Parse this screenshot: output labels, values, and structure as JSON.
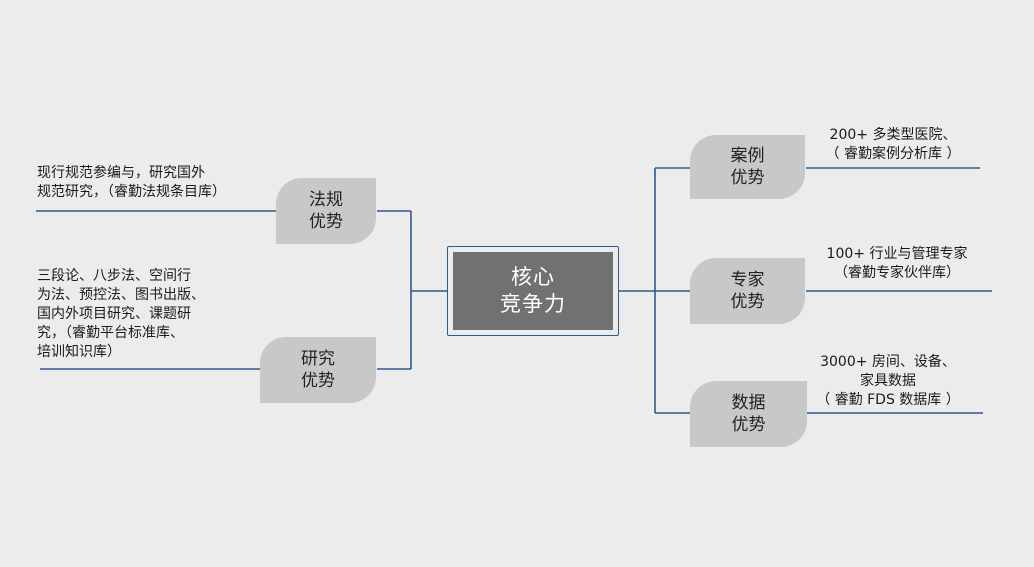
{
  "center": {
    "line1": "核心",
    "line2": "竞争力"
  },
  "left_nodes": [
    {
      "label_line1": "法规",
      "label_line2": "优势",
      "desc": [
        "现行规范参编与，研究国外",
        "规范研究，（睿勤法规条目库）"
      ]
    },
    {
      "label_line1": "研究",
      "label_line2": "优势",
      "desc": [
        "三段论、八步法、空间行",
        "为法、预控法、图书出版、",
        "国内外项目研究、课题研",
        "究，（睿勤平台标准库、",
        "培训知识库）"
      ]
    }
  ],
  "right_nodes": [
    {
      "label_line1": "案例",
      "label_line2": "优势",
      "desc": [
        "200+ 多类型医院、",
        "（ 睿勤案例分析库 ）"
      ]
    },
    {
      "label_line1": "专家",
      "label_line2": "优势",
      "desc": [
        "100+ 行业与管理专家",
        "（睿勤专家伙伴库）"
      ]
    },
    {
      "label_line1": "数据",
      "label_line2": "优势",
      "desc": [
        "3000+ 房间、设备、",
        "家具数据",
        "（ 睿勤 FDS 数据库 ）"
      ]
    }
  ],
  "colors": {
    "line": "#2e5a8c",
    "node": "#c8c8c8",
    "center": "#717171"
  }
}
